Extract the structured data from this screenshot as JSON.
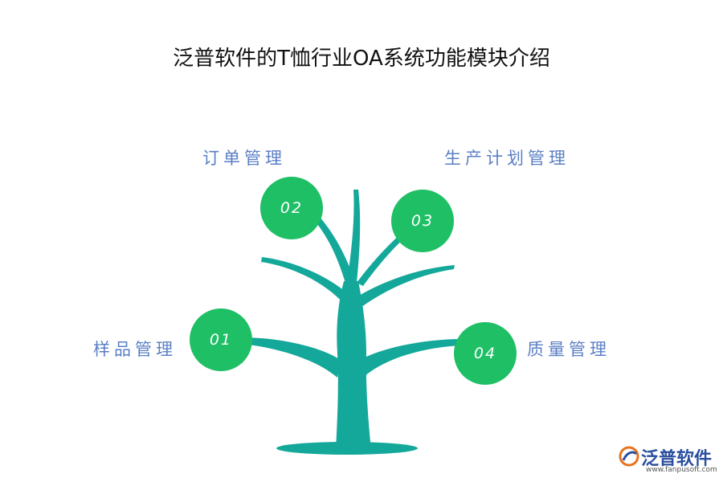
{
  "title": "泛普软件的T恤行业OA系统功能模块介绍",
  "modules": [
    {
      "num": "01",
      "label": "样品管理"
    },
    {
      "num": "02",
      "label": "订单管理"
    },
    {
      "num": "03",
      "label": "生产计划管理"
    },
    {
      "num": "04",
      "label": "质量管理"
    }
  ],
  "logo": {
    "name": "泛普软件",
    "url": "www.fanpusoft.com"
  },
  "colors": {
    "node": "#1fbf66",
    "trunk": "#14a89a",
    "label": "#5b7fc4"
  }
}
